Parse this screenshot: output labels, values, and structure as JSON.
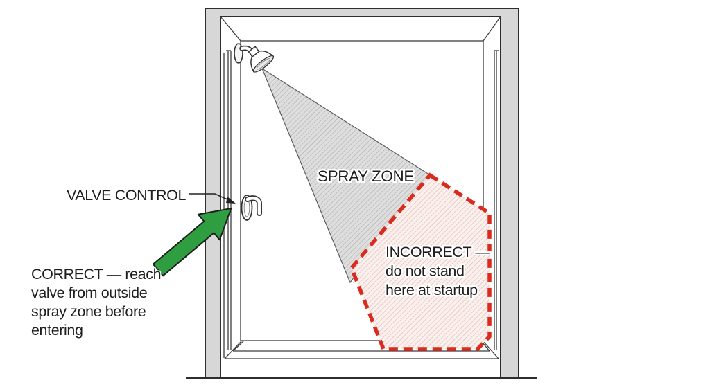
{
  "labels": {
    "spray_zone": "SPRAY ZONE",
    "valve_control": "VALVE CONTROL",
    "incorrect_lines": [
      "INCORRECT —",
      "do not stand",
      "here at startup"
    ],
    "correct_lines": [
      "CORRECT — reach",
      "valve from outside",
      "spray zone before",
      "entering"
    ]
  },
  "colors": {
    "arrow_green": "#2f9e41",
    "zone_red": "#d92b1e",
    "wall_gray": "#d7d7d7",
    "spray_fill": "#dedede",
    "spray_hatch": "#b2b2b2",
    "incorrect_fill": "#faf0ed",
    "incorrect_hatch": "#e3bcb4",
    "outline_dark": "#2e2e2e",
    "text_dark": "#1e1e1e"
  }
}
